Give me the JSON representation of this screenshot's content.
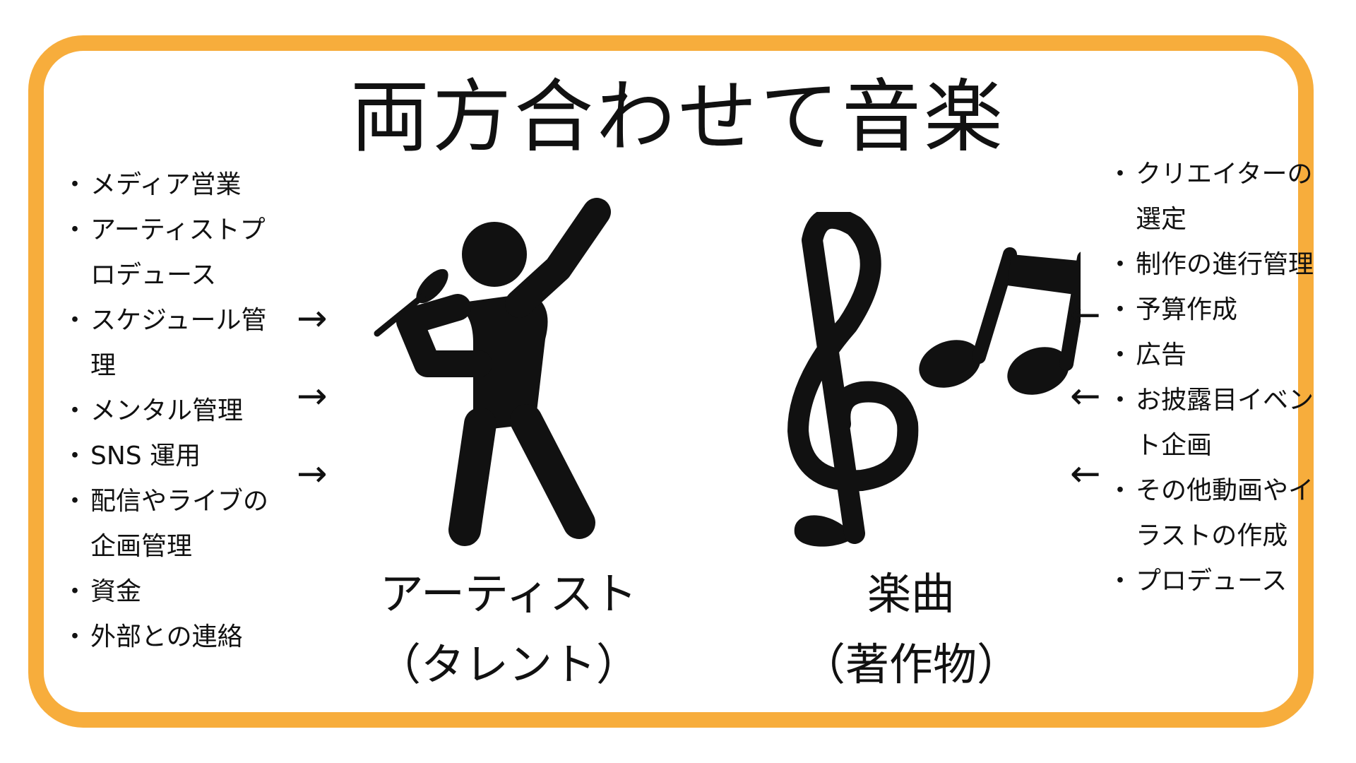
{
  "title": "両方合わせて音楽",
  "left_list": [
    "メディア営業",
    "アーティストプロデュース",
    "スケジュール管理",
    "メンタル管理",
    "SNS 運用",
    "配信やライブの企画管理",
    "資金",
    "外部との連絡"
  ],
  "right_list": [
    "クリエイターの選定",
    "制作の進行管理",
    "予算作成",
    "広告",
    "お披露目イベント企画",
    "その他動画やイラストの作成",
    "プロデュース"
  ],
  "artist": {
    "label": "アーティスト",
    "sublabel": "（タレント）",
    "icon": "singer-icon"
  },
  "music": {
    "label": "楽曲",
    "sublabel": "（著作物）",
    "icon": "music-notes-icon"
  },
  "arrows": {
    "right": "→",
    "left": "←"
  },
  "colors": {
    "frame": "#f7ad3c",
    "ink": "#111111"
  }
}
